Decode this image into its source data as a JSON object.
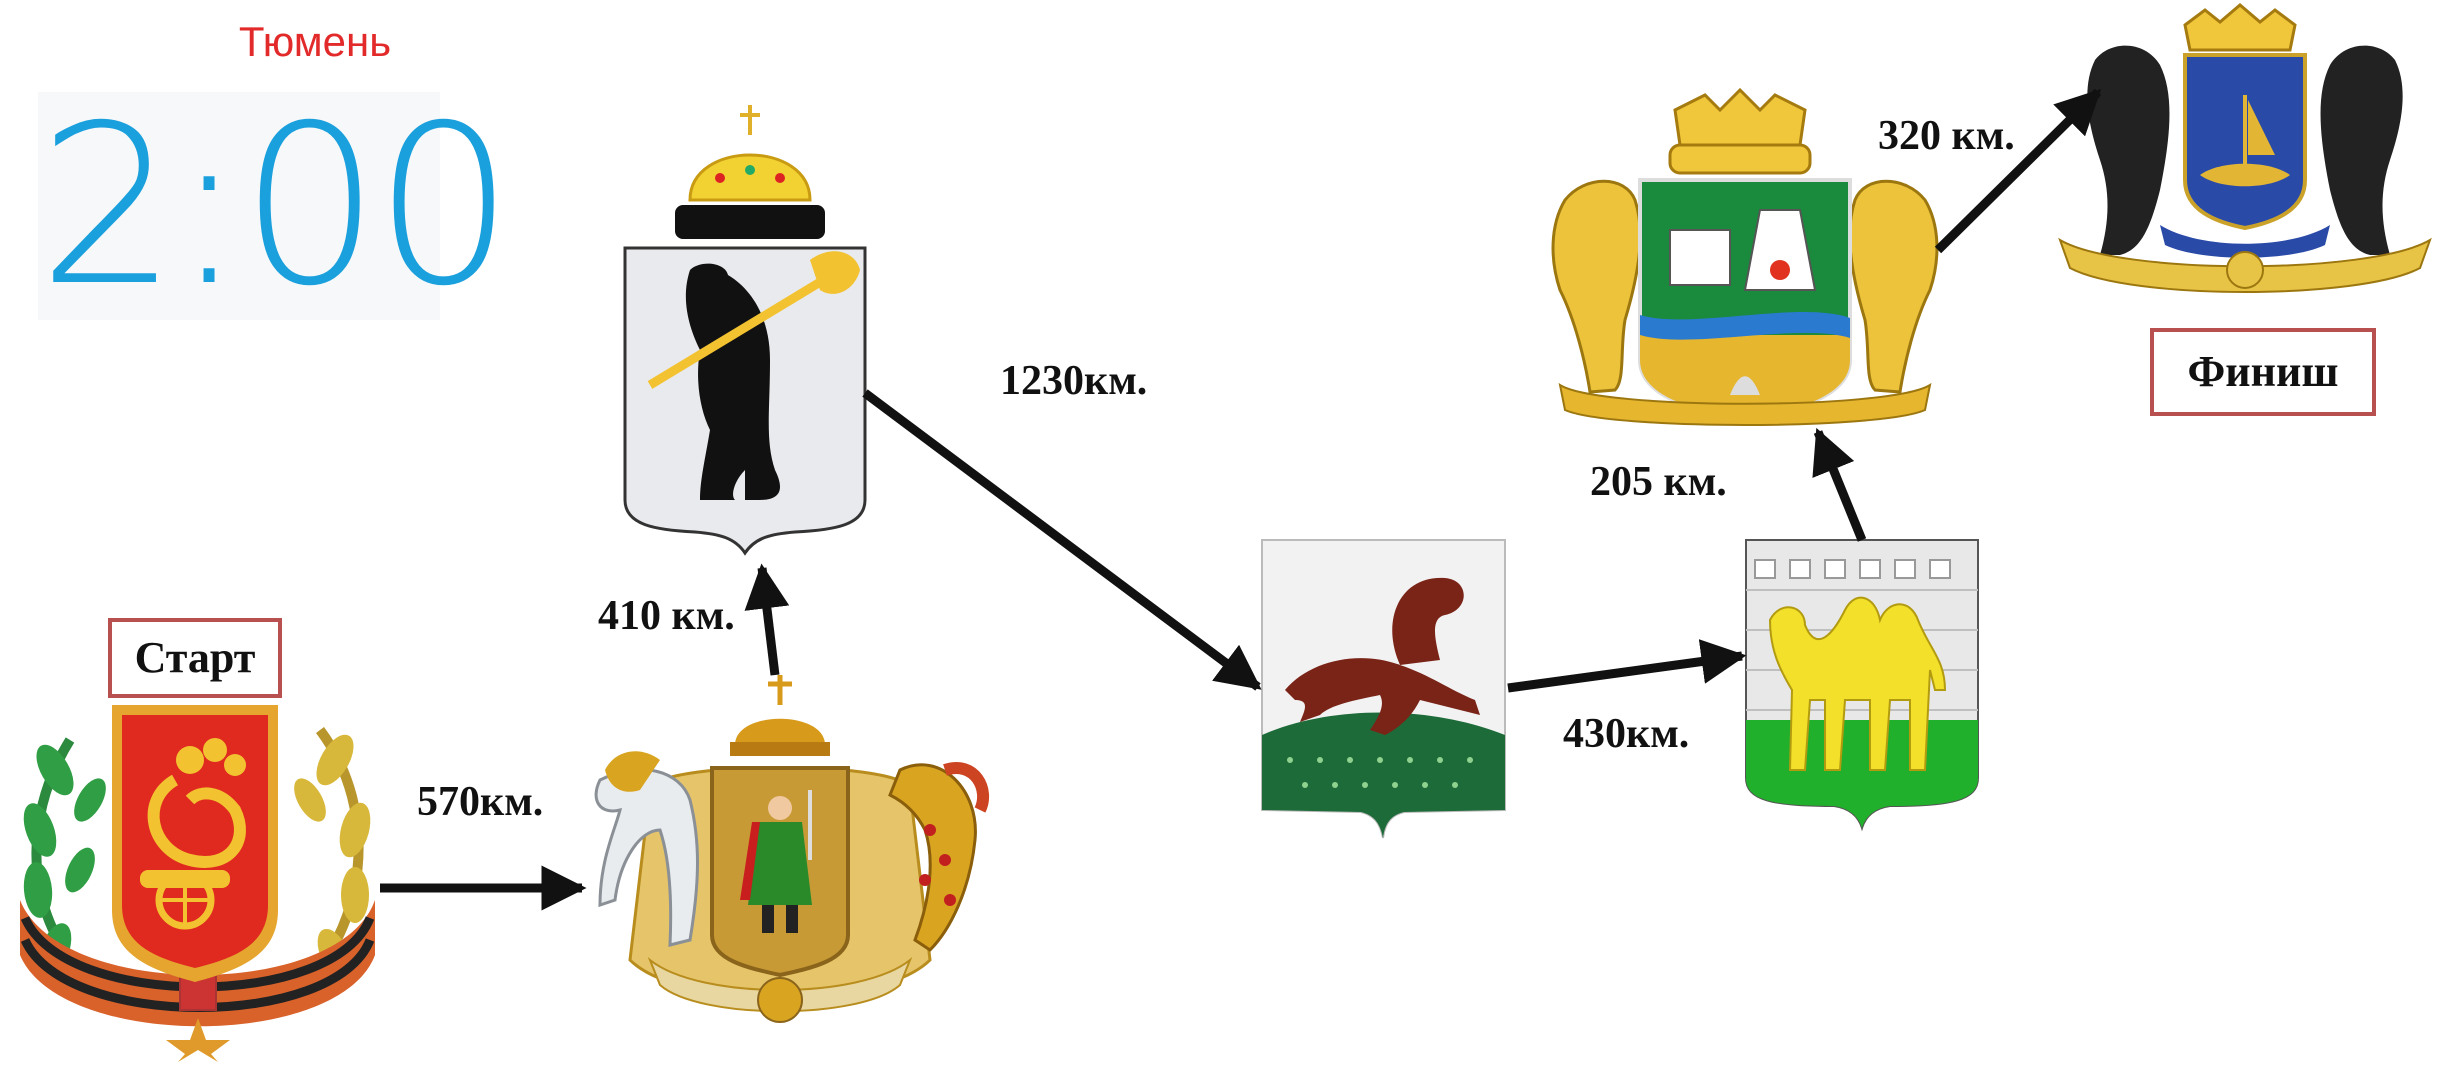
{
  "header": {
    "city_label": "Тюмень",
    "timer": "2:00",
    "timer_color": "#1aa0dc",
    "clipped_top_text": ""
  },
  "route": {
    "start_label": "Старт",
    "finish_label": "Финиш",
    "distances": {
      "start_to_ryazan": "570км.",
      "ryazan_to_yaroslavl": "410 км.",
      "yaroslavl_to_ufa": "1230км.",
      "ufa_to_chelyabinsk": "430км.",
      "chelyabinsk_to_ekb": "205 км.",
      "ekb_to_tyumen": "320 км."
    },
    "emblems": [
      "kolomna-coat-of-arms-icon",
      "ryazan-coat-of-arms-icon",
      "yaroslavl-coat-of-arms-icon",
      "ufa-coat-of-arms-icon",
      "chelyabinsk-coat-of-arms-icon",
      "ekaterinburg-coat-of-arms-icon",
      "tyumen-coat-of-arms-icon"
    ]
  },
  "colors": {
    "accent_red": "#e32a2a",
    "frame_red": "#b85050"
  }
}
